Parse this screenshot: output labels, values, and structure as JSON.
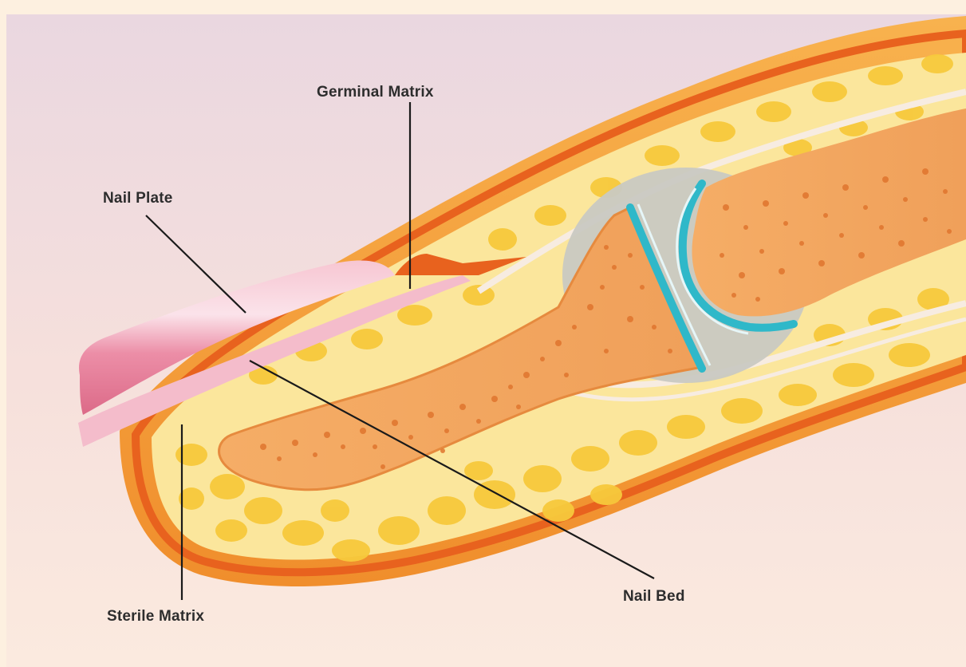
{
  "labels": {
    "germinal_matrix": "Germinal Matrix",
    "nail_plate": "Nail Plate",
    "nail_bed": "Nail Bed",
    "sterile_matrix": "Sterile Matrix"
  },
  "colors": {
    "background_top": "#efd8df",
    "background_bottom": "#fbe8de",
    "frame": "#fdf0e0",
    "skin_outline": "#e8621e",
    "skin": "#f5a03a",
    "fat": "#fbe69c",
    "fat_lobule": "#f7c93c",
    "bone": "#f2a45a",
    "bone_pore": "#e0752e",
    "nail": "#eb8aa4",
    "nail_bed": "#f4bccb",
    "joint_space": "#c9c9c2",
    "cartilage": "#2fb8c9",
    "tendon": "#f7ece1",
    "leader_line": "#1a1a1a"
  }
}
